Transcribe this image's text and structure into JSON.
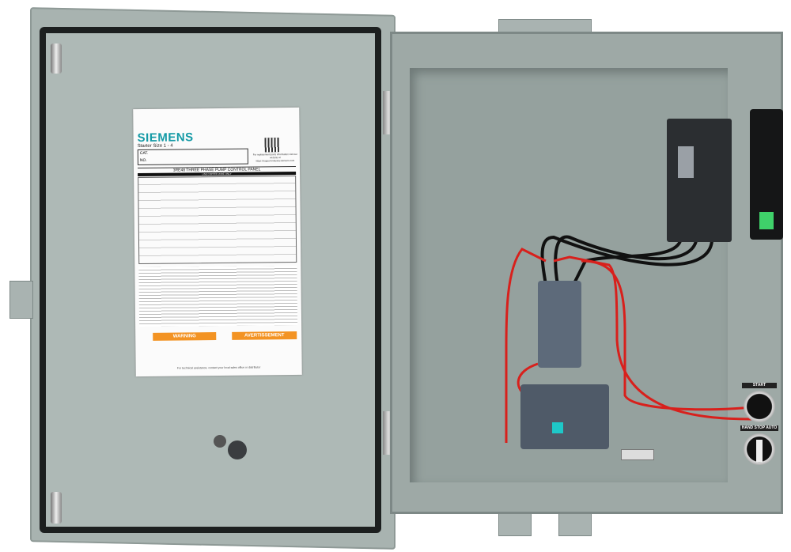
{
  "label": {
    "brand": "SIEMENS",
    "subtitle": "Starter Size 1 - 4",
    "cat_label": "CAT.",
    "no_label": "NO.",
    "qr_text": "For replacement parts information visit our website at https://support.industry.siemens.com",
    "panel_title": "3RE48 THREE PHASE PUMP CONTROL PANEL",
    "copper_note": "USE COPPER WIRE ONLY",
    "warning": "WARNING",
    "avertissement": "AVERTISSEMENT",
    "footer": "For technical assistance, contact your local sales office or distributor"
  },
  "controls": {
    "start_label": "START",
    "selector_label": "HAND STOP AUTO"
  },
  "colors": {
    "enclosure": "#9ea9a6",
    "brand": "#149aa6",
    "warning": "#f39323",
    "indicator": "#3fd16a",
    "wire_red": "#d8201c",
    "wire_black": "#111111"
  }
}
